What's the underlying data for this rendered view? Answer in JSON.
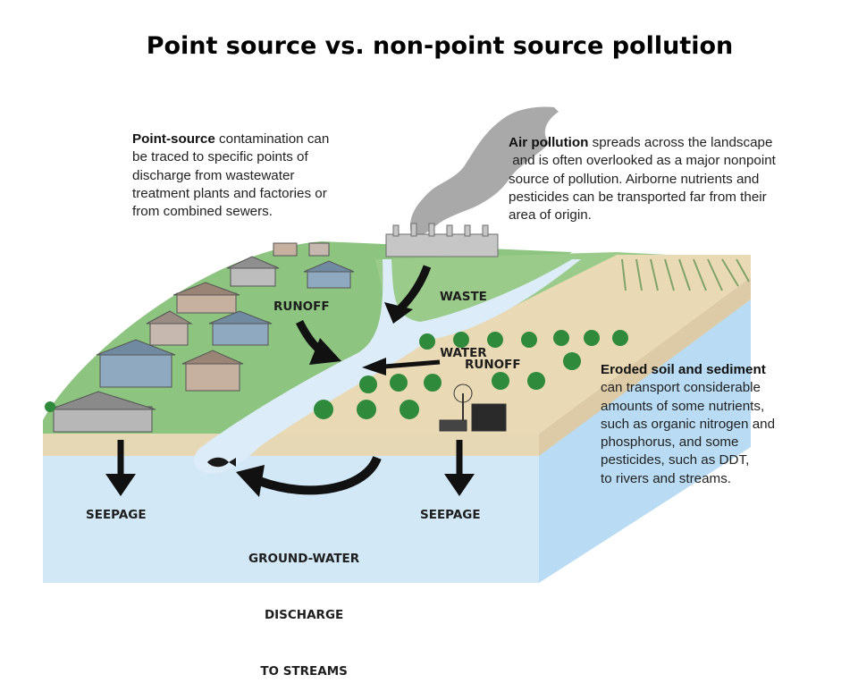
{
  "title": "Point source vs. non-point source pollution",
  "point_source": {
    "lead": "Point-source",
    "line1_rest": " contamination can",
    "line2": "be traced to specific points of",
    "line3": "discharge from wastewater",
    "line4": "treatment plants and factories or",
    "line5": "from combined sewers."
  },
  "air_pollution": {
    "lead": "Air pollution",
    "line1_rest": " spreads across the landscape",
    "line2": " and is often overlooked as a major nonpoint",
    "line3": "source of pollution. Airborne nutrients and",
    "line4": "pesticides can be transported far from their",
    "line5": "area of origin."
  },
  "eroded_soil": {
    "lead": "Eroded soil and sediment",
    "line2": "can transport considerable",
    "line3": "amounts of some nutrients,",
    "line4": "such as organic nitrogen and",
    "line5": "phosphorus, and some",
    "line6": "pesticides, such as DDT,",
    "line7": "to rivers and streams."
  },
  "labels": {
    "waste_water_1": "WASTE",
    "waste_water_2": "WATER",
    "runoff_left": "RUNOFF",
    "runoff_right": "RUNOFF",
    "seepage_left": "SEEPAGE",
    "seepage_right": "SEEPAGE",
    "groundwater_1": "GROUND-WATER",
    "groundwater_2": "DISCHARGE",
    "groundwater_3": "TO STREAMS"
  },
  "colors": {
    "grass": "#8cc480",
    "field": "#ead9b5",
    "water_front": "#d3e8f7",
    "water_side": "#b9dbf3",
    "river": "#dcecf8",
    "smoke": "#a9a9a9",
    "arrow": "#111111"
  }
}
